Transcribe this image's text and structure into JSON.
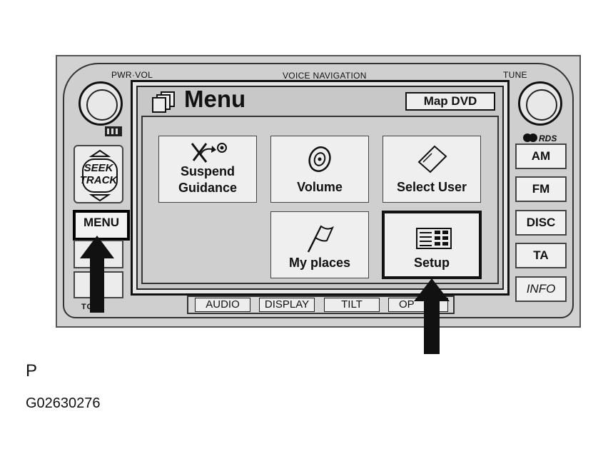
{
  "head_unit": {
    "top_labels": {
      "pwr_vol": "PWR·VOL",
      "voice_navigation": "VOICE NAVIGATION",
      "tune": "TUNE"
    },
    "left_buttons": {
      "seek_track_top": "SEEK",
      "seek_track_bottom": "TRACK",
      "menu": "MENU"
    },
    "right_buttons": [
      "AM",
      "FM",
      "DISC",
      "TA",
      "INFO"
    ],
    "brand_partial": "TO  A",
    "rds_badge": "RDS",
    "bottom_tabs": [
      "AUDIO",
      "DISPLAY",
      "TILT",
      "OP"
    ]
  },
  "screen": {
    "title": "Menu",
    "map_dvd_label": "Map DVD",
    "tiles": [
      {
        "label_line1": "Suspend",
        "label_line2": "Guidance",
        "icon": "suspend-guidance-icon"
      },
      {
        "label": "Volume",
        "icon": "speaker-icon"
      },
      {
        "label": "Select User",
        "icon": "card-icon"
      },
      {
        "label": "My places",
        "icon": "flag-icon"
      },
      {
        "label": "Setup",
        "icon": "settings-grid-icon"
      }
    ]
  },
  "caption": {
    "letter": "P",
    "code": "G02630276"
  },
  "colors": {
    "panel": "#cfcfcf",
    "button": "#efefef",
    "outline": "#111111",
    "arrow": "#111111"
  }
}
